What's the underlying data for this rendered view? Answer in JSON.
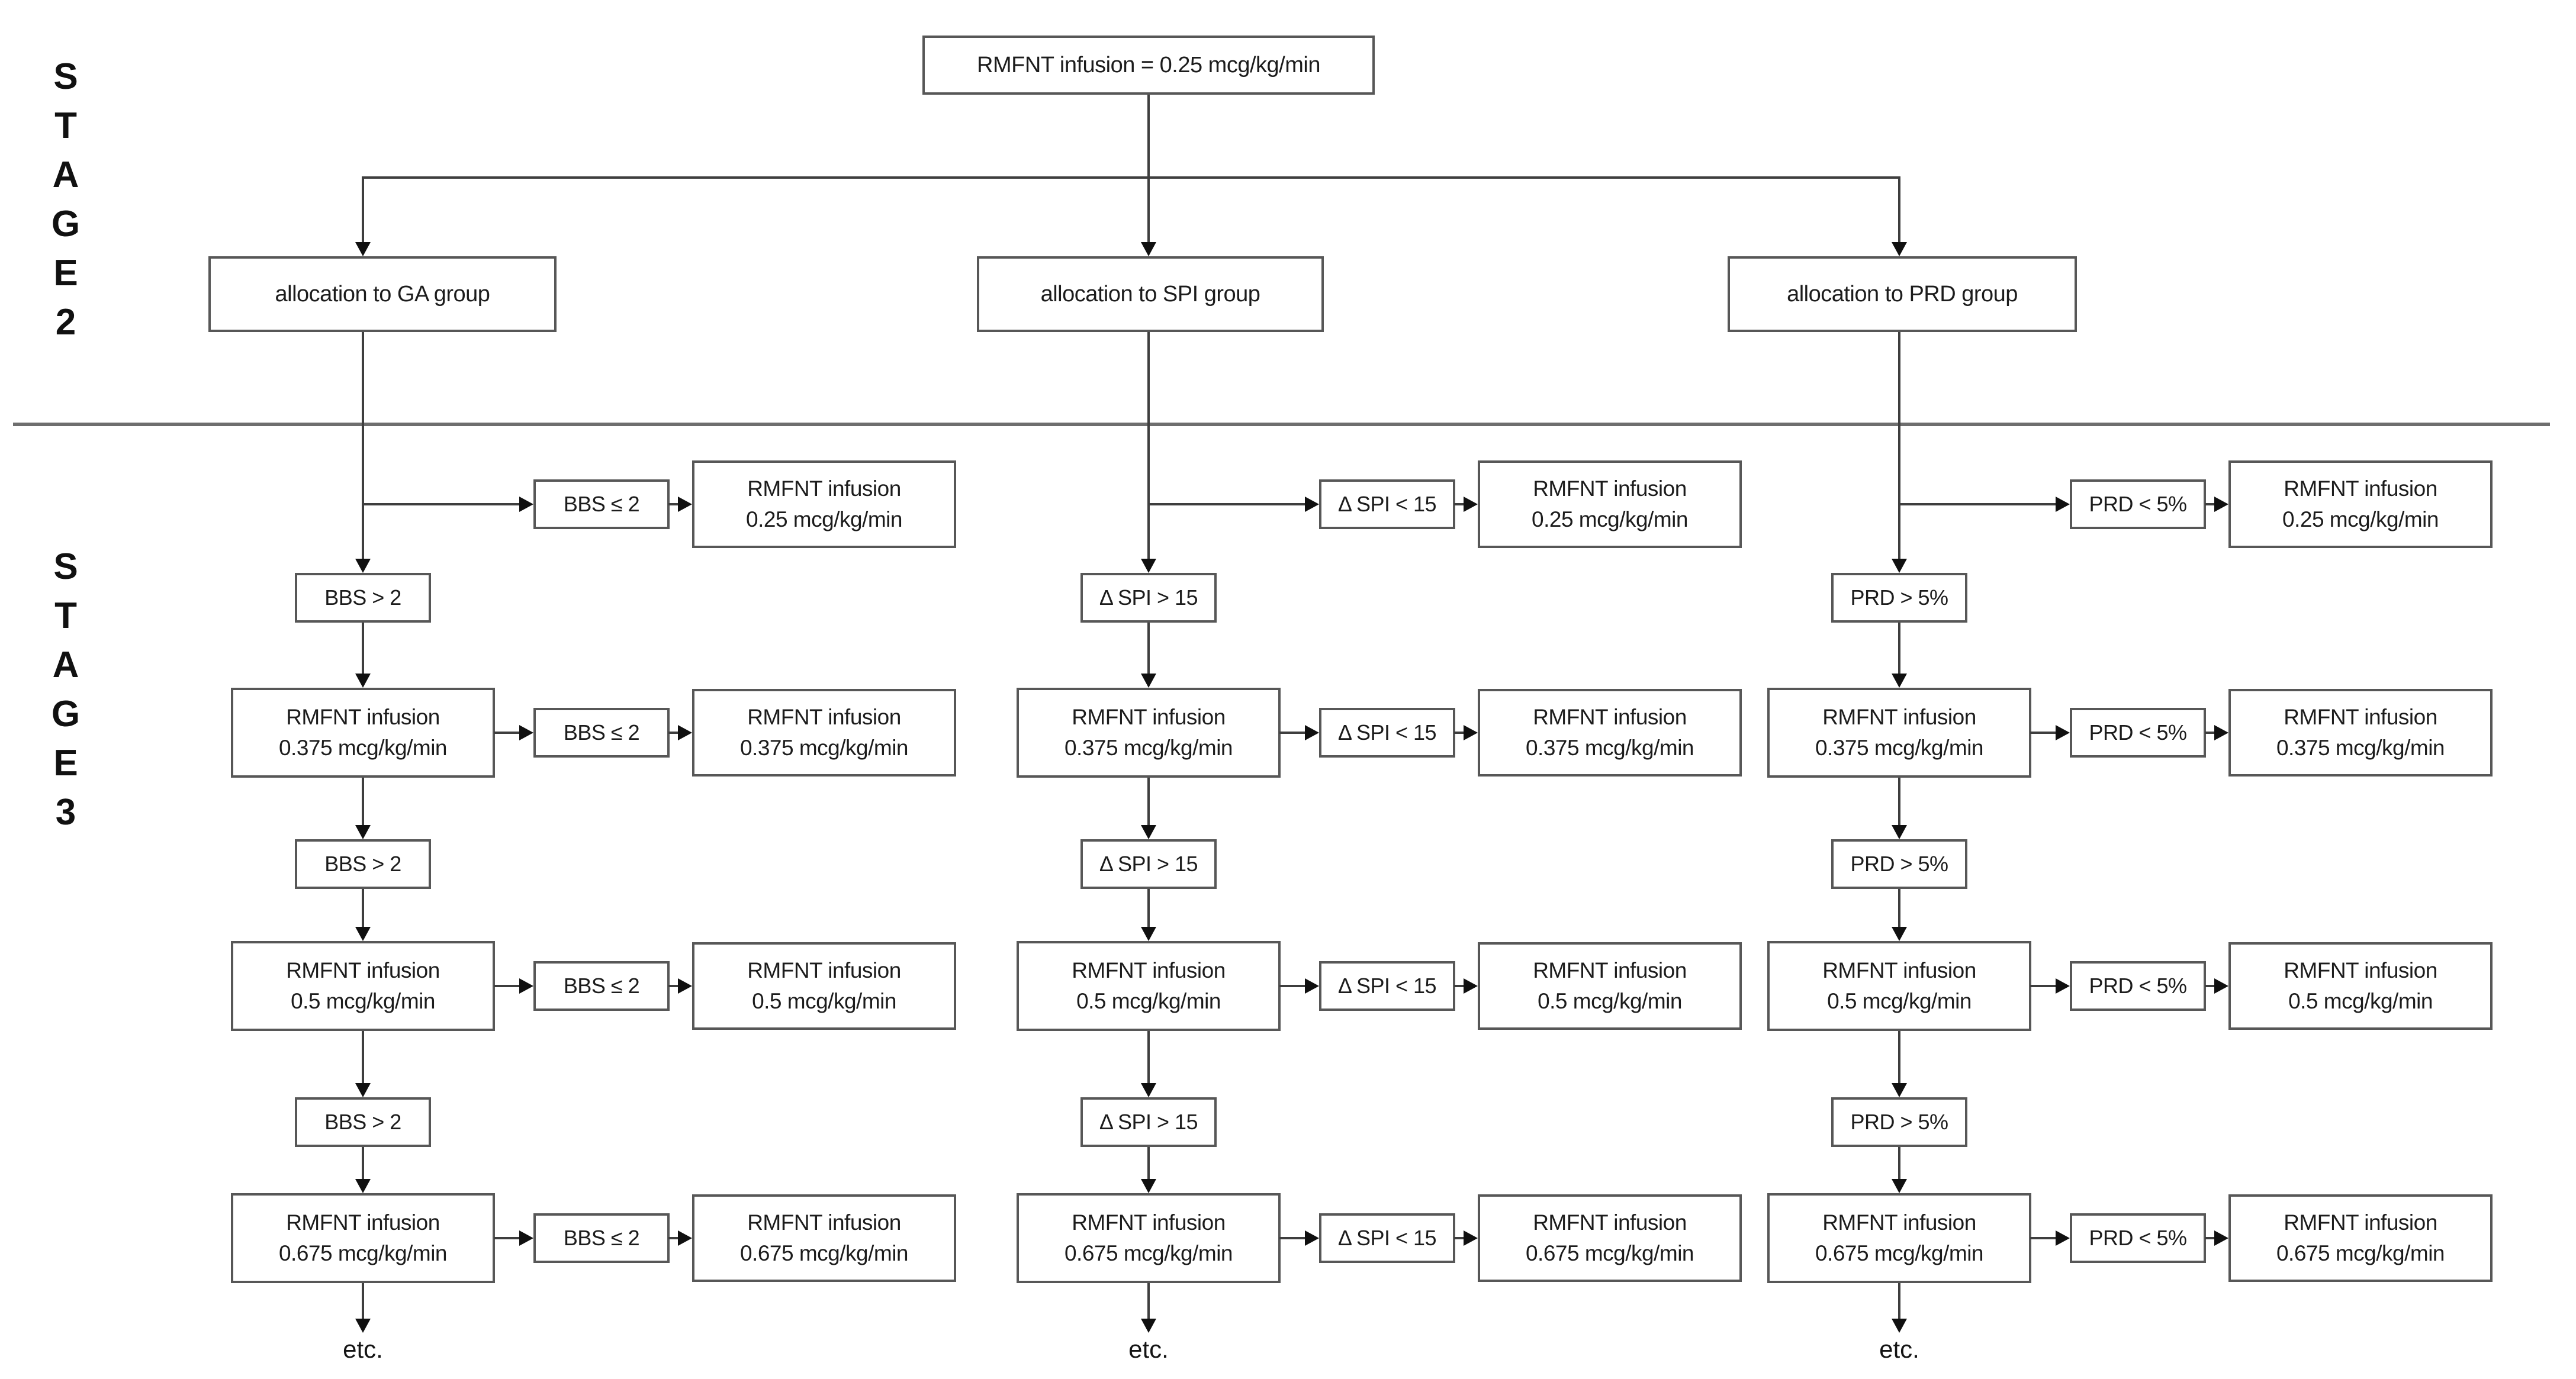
{
  "stage_labels": {
    "stage2": [
      "S",
      "T",
      "A",
      "G",
      "E",
      "2"
    ],
    "stage3": [
      "S",
      "T",
      "A",
      "G",
      "E",
      "3"
    ]
  },
  "root": {
    "label": "RMFNT infusion = 0.25 mcg/kg/min"
  },
  "columns": [
    {
      "group": "GA",
      "allocation": "allocation to GA group",
      "stay_condition": "BBS ≤ 2",
      "escalate_condition": "BBS > 2",
      "etc_label": "etc.",
      "rows": [
        {
          "result_l1": "RMFNT infusion",
          "result_l2": "0.25 mcg/kg/min"
        },
        {
          "main_l1": "RMFNT infusion",
          "main_l2": "0.375 mcg/kg/min",
          "result_l1": "RMFNT infusion",
          "result_l2": "0.375 mcg/kg/min"
        },
        {
          "main_l1": "RMFNT infusion",
          "main_l2": "0.5 mcg/kg/min",
          "result_l1": "RMFNT infusion",
          "result_l2": "0.5 mcg/kg/min"
        },
        {
          "main_l1": "RMFNT infusion",
          "main_l2": "0.675 mcg/kg/min",
          "result_l1": "RMFNT infusion",
          "result_l2": "0.675 mcg/kg/min"
        }
      ]
    },
    {
      "group": "SPI",
      "allocation": "allocation to SPI group",
      "stay_condition": "Δ SPI < 15",
      "escalate_condition": "Δ SPI > 15",
      "etc_label": "etc.",
      "rows": [
        {
          "result_l1": "RMFNT infusion",
          "result_l2": "0.25 mcg/kg/min"
        },
        {
          "main_l1": "RMFNT infusion",
          "main_l2": "0.375 mcg/kg/min",
          "result_l1": "RMFNT infusion",
          "result_l2": "0.375 mcg/kg/min"
        },
        {
          "main_l1": "RMFNT infusion",
          "main_l2": "0.5 mcg/kg/min",
          "result_l1": "RMFNT infusion",
          "result_l2": "0.5 mcg/kg/min"
        },
        {
          "main_l1": "RMFNT infusion",
          "main_l2": "0.675 mcg/kg/min",
          "result_l1": "RMFNT infusion",
          "result_l2": "0.675 mcg/kg/min"
        }
      ]
    },
    {
      "group": "PRD",
      "allocation": "allocation to PRD group",
      "stay_condition": "PRD < 5%",
      "escalate_condition": "PRD > 5%",
      "etc_label": "etc.",
      "rows": [
        {
          "result_l1": "RMFNT infusion",
          "result_l2": "0.25 mcg/kg/min"
        },
        {
          "main_l1": "RMFNT infusion",
          "main_l2": "0.375 mcg/kg/min",
          "result_l1": "RMFNT infusion",
          "result_l2": "0.375 mcg/kg/min"
        },
        {
          "main_l1": "RMFNT infusion",
          "main_l2": "0.5 mcg/kg/min",
          "result_l1": "RMFNT infusion",
          "result_l2": "0.5 mcg/kg/min"
        },
        {
          "main_l1": "RMFNT infusion",
          "main_l2": "0.675 mcg/kg/min",
          "result_l1": "RMFNT infusion",
          "result_l2": "0.675 mcg/kg/min"
        }
      ]
    }
  ],
  "colors": {
    "line": "#3e3e3e",
    "box_border": "#575757",
    "divider": "#6e6e6e",
    "text": "#1c1c1c"
  }
}
